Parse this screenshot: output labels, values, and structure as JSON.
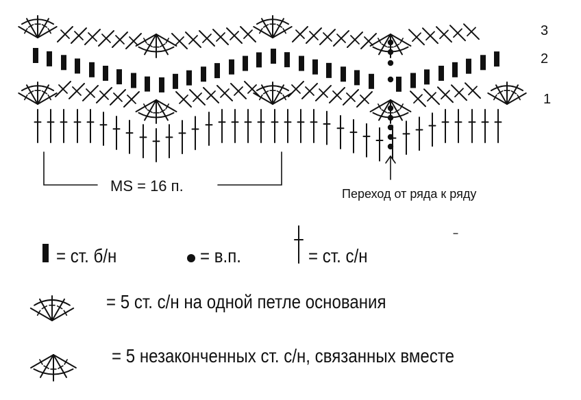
{
  "row_labels": [
    "3",
    "2",
    "1"
  ],
  "repeat_label": "MS = 16 п.",
  "transition_label": "Переход от ряда к ряду",
  "legend": {
    "sc": "= ст. б/н",
    "ch": "= в.п.",
    "dc": "= ст. с/н",
    "shell": "= 5 ст. с/н на одной петле основания",
    "cluster": "= 5 незаконченных ст. с/н, связанных вместе"
  },
  "icons": {
    "sc": "filled-rectangle-icon",
    "ch": "filled-dot-icon",
    "dc": "double-crochet-symbol-icon",
    "shell": "fan-shell-icon",
    "cluster": "cluster-fan-icon"
  },
  "colors": {
    "ink": "#111111",
    "background": "#ffffff"
  }
}
